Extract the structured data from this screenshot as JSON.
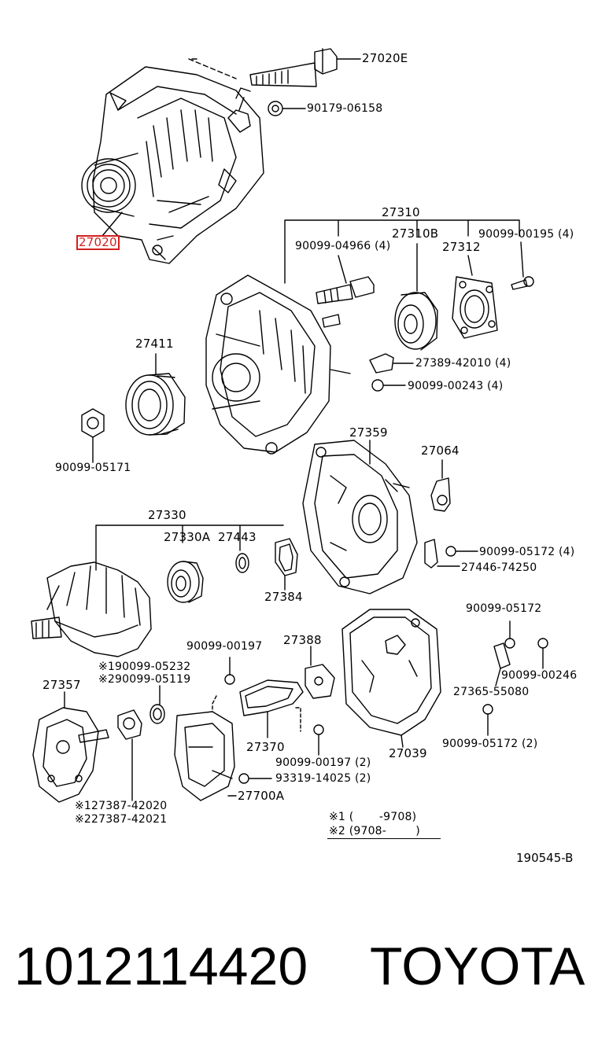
{
  "labels": {
    "p27020E": "27020E",
    "p90179": "90179-06158",
    "p27020": "27020",
    "p27310": "27310",
    "p90099_04966": "90099-04966 (4)",
    "p27310B": "27310B",
    "p90099_00195": "90099-00195 (4)",
    "p27312": "27312",
    "p27411": "27411",
    "p27389": "27389-42010 (4)",
    "p90099_00243": "90099-00243 (4)",
    "p90099_05171": "90099-05171",
    "p27359": "27359",
    "p27064": "27064",
    "p27330": "27330",
    "p27330A": "27330A",
    "p27443": "27443",
    "p90099_05172_4": "90099-05172 (4)",
    "p27446": "27446-74250",
    "p27384": "27384",
    "p90099_05172": "90099-05172",
    "p90099_00197": "90099-00197",
    "p27388": "27388",
    "p90099_05232": "※190099-05232",
    "p90099_05119": "※290099-05119",
    "p27357": "27357",
    "p90099_00246": "90099-00246",
    "p27365": "27365-55080",
    "p27370": "27370",
    "p90099_00197_2": "90099-00197 (2)",
    "p27039": "27039",
    "p90099_05172_2": "90099-05172 (2)",
    "p93319": "93319-14025 (2)",
    "p27700A": "27700A",
    "p27387_1": "※127387-42020",
    "p27387_2": "※227387-42021",
    "note1": "※1 (       -9708)",
    "note2": "※2 (9708-        )",
    "ref": "190545-B"
  },
  "footer": {
    "part_number": "1012114420",
    "brand": "TOYOTA"
  },
  "highlight_color": "#d32020"
}
